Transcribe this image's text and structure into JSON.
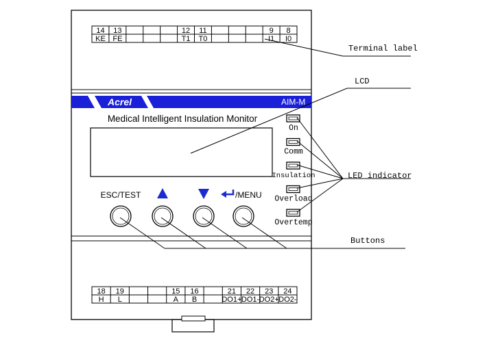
{
  "device": {
    "brand": "Acrel",
    "model": "AIM-M",
    "title": "Medical Intelligent Insulation Monitor"
  },
  "terminals_top": {
    "numbers": [
      "14",
      "13",
      "",
      "",
      "",
      "12",
      "11",
      "",
      "",
      "",
      "9",
      "8"
    ],
    "names": [
      "KE",
      "FE",
      "",
      "",
      "",
      "T1",
      "T0",
      "",
      "",
      "",
      "I1",
      "I0"
    ]
  },
  "terminals_bottom": {
    "numbers": [
      "18",
      "19",
      "",
      "",
      "15",
      "16",
      "",
      "21",
      "22",
      "23",
      "24"
    ],
    "names": [
      "H",
      "L",
      "",
      "",
      "A",
      "B",
      "",
      "DO1+",
      "DO1-",
      "DO2+",
      "DO2-"
    ]
  },
  "leds": [
    {
      "label": "On"
    },
    {
      "label": "Comm"
    },
    {
      "label": "Insulation"
    },
    {
      "label": "Overload"
    },
    {
      "label": "Overtemp"
    }
  ],
  "buttons": [
    {
      "label": "ESC/TEST",
      "icon": "esc-test"
    },
    {
      "label": "",
      "icon": "up-triangle-icon"
    },
    {
      "label": "",
      "icon": "down-triangle-icon"
    },
    {
      "label": "/MENU",
      "icon": "enter-arrow-icon"
    }
  ],
  "callouts": {
    "terminal_label": "Terminal label",
    "lcd": "LCD",
    "led_indicator": "LED indicator",
    "buttons": "Buttons"
  },
  "colors": {
    "brand_band": "#1a1fd8",
    "button_glyph": "#1a2ccf",
    "outline": "#000000"
  }
}
